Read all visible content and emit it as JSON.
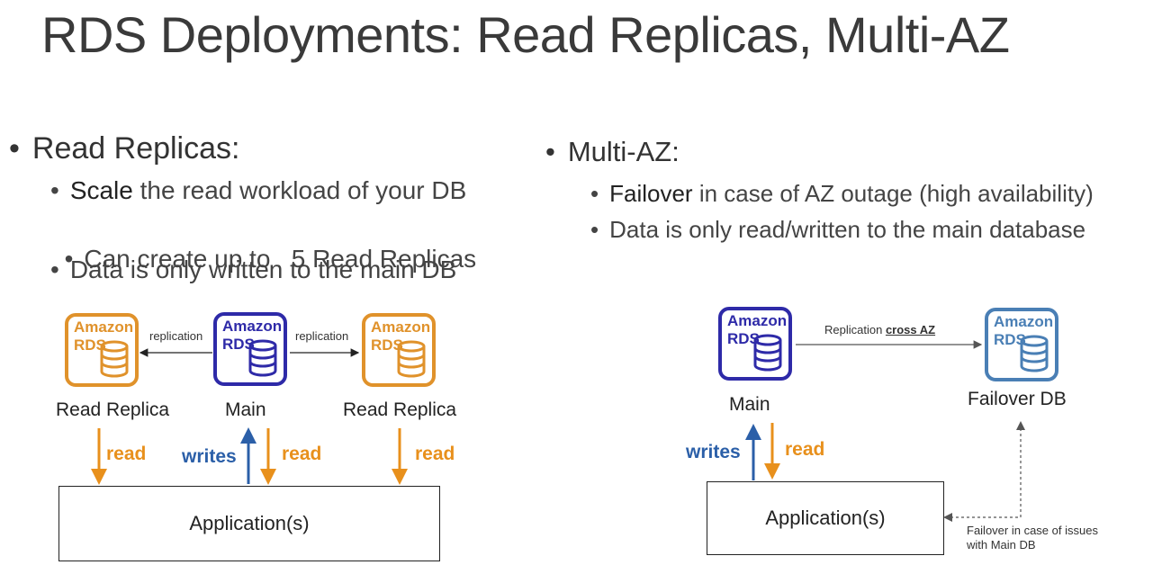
{
  "title": "RDS Deployments: Read Replicas, Multi-AZ",
  "left": {
    "heading": "Read Replicas:",
    "bullets": [
      {
        "strong": "Scale",
        "rest": " the read workload of your DB"
      },
      {
        "strong": "",
        "rest": "Can create up to   5 Read Replicas"
      },
      {
        "strong": "",
        "rest": "Data is only written to the main DB"
      }
    ],
    "diagram": {
      "icon_line1": "Amazon",
      "icon_line2": "RDS",
      "replica_left_caption": "Read Replica",
      "main_caption": "Main",
      "replica_right_caption": "Read Replica",
      "replication_left": "replication",
      "replication_right": "replication",
      "read1": "read",
      "writes": "writes",
      "read2": "read",
      "read3": "read",
      "app": "Application(s)"
    }
  },
  "right": {
    "heading": "Multi-AZ:",
    "bullets": [
      {
        "strong": "Failover",
        "rest": " in case of AZ outage (high availability)"
      },
      {
        "strong": "",
        "rest": "Data is only read/written to the main database"
      }
    ],
    "diagram": {
      "icon_line1": "Amazon",
      "icon_line2": "RDS",
      "main_caption": "Main",
      "failover_caption": "Failover DB",
      "replication_prefix": "Replication ",
      "replication_emph": "cross AZ",
      "writes": "writes",
      "read": "read",
      "app": "Application(s)",
      "failover_note_line1": "Failover in case of issues",
      "failover_note_line2": "with Main DB"
    }
  },
  "colors": {
    "orange": "#e0922b",
    "purple": "#2e2aa8",
    "blue": "#4a7fb5",
    "read": "#e8901c",
    "writes": "#2b5fa8"
  }
}
